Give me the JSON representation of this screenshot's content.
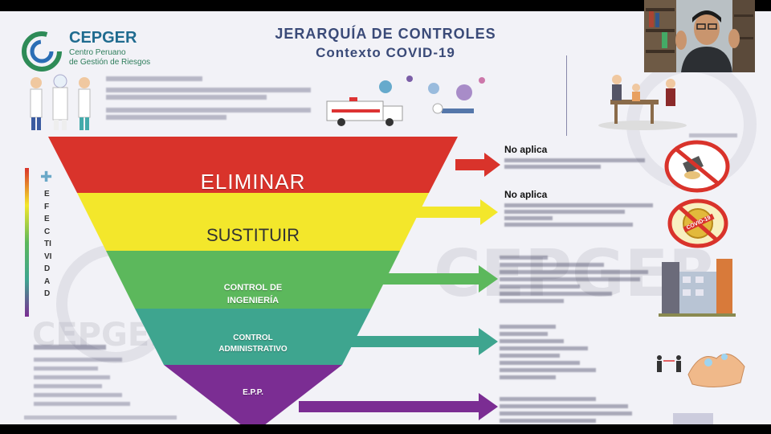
{
  "header": {
    "brand": "CEPGER",
    "brand_sub1": "Centro Peruano",
    "brand_sub2": "de Gestión de Riesgos",
    "title_line1": "JERARQUÍA DE CONTROLES",
    "title_line2": "Contexto COVID-19"
  },
  "colors": {
    "eliminar": "#d9332b",
    "sustituir": "#f3e72b",
    "ingenieria": "#5cb85c",
    "administrativo": "#3ea58f",
    "epp": "#7b2d93",
    "brand": "#2e8b57",
    "title": "#3a4a78"
  },
  "pyramid": {
    "levels": [
      {
        "label": "ELIMINAR"
      },
      {
        "label": "SUSTITUIR"
      },
      {
        "label": "CONTROL DE INGENIERÍA"
      },
      {
        "label": "CONTROL ADMINISTRATIVO"
      },
      {
        "label": "E.P.P."
      }
    ]
  },
  "effectiveness_label": "EFECTIVIDAD",
  "right": {
    "no_aplica_1": "No aplica",
    "no_aplica_2": "No aplica",
    "covid_badge": "COVID-19"
  },
  "watermark": {
    "big": "CEPGER",
    "lower": "CEPGER"
  },
  "icons": [
    "cepger-logo-icon",
    "ambulance-icon",
    "virus-icon",
    "no-eating-icon",
    "covid-prohibited-icon",
    "building-icon",
    "hands-washing-icon",
    "webcam-person-icon"
  ]
}
